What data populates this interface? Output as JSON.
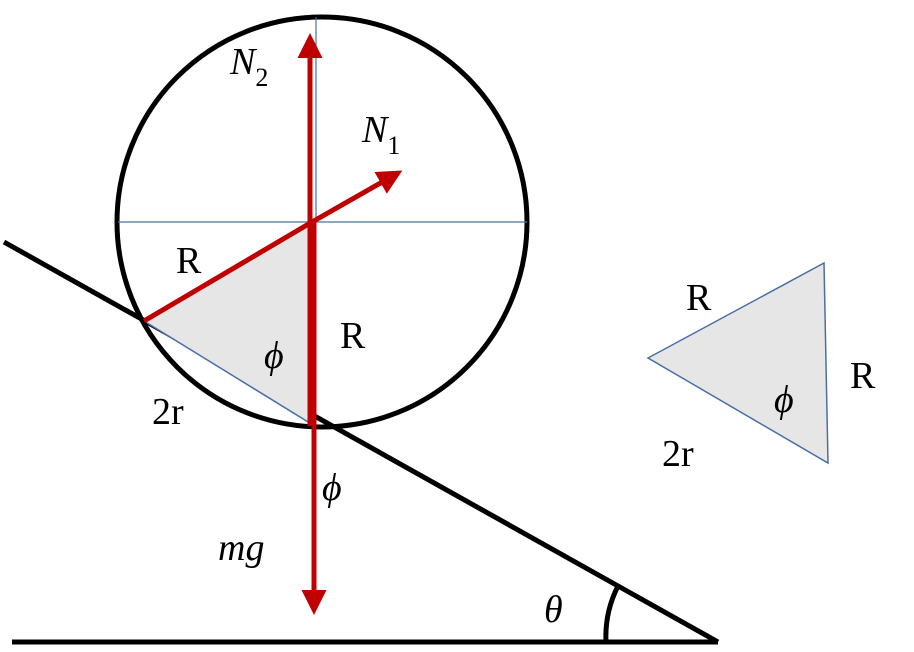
{
  "labels": {
    "n2": "N",
    "n2_sub": "2",
    "n1": "N",
    "n1_sub": "1",
    "r_upper": "R",
    "r_right": "R",
    "phi_inner": "ϕ",
    "two_r": "2r",
    "phi_lower": "ϕ",
    "mg": "mg",
    "theta": "θ",
    "tri_r_top": "R",
    "tri_r_right": "R",
    "tri_phi": "ϕ",
    "tri_two_r": "2r"
  },
  "colors": {
    "force_arrow": "#c00000",
    "outline": "#000000",
    "thin_line": "#4a6fa5",
    "triangle_fill": "#e6e6e6"
  }
}
